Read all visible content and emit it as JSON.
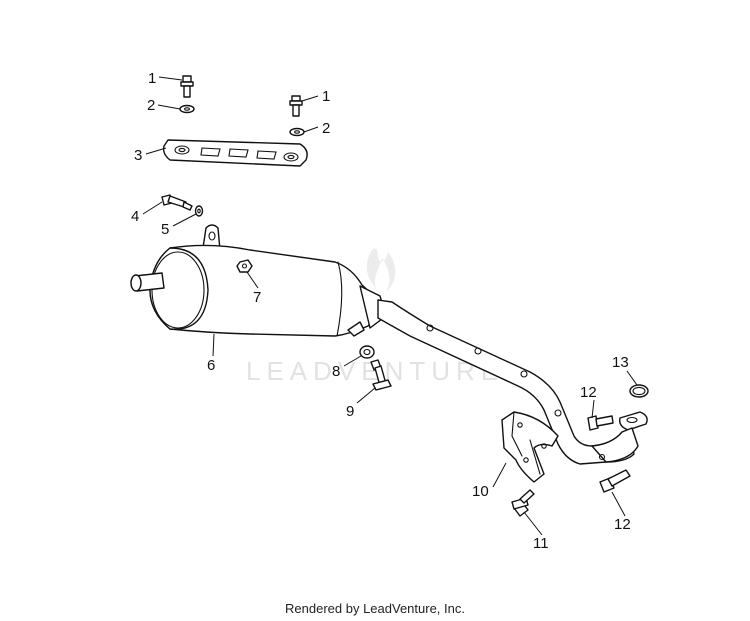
{
  "callouts": {
    "c1a": "1",
    "c2a": "2",
    "c3": "3",
    "c1b": "1",
    "c2b": "2",
    "c4": "4",
    "c5": "5",
    "c6": "6",
    "c7": "7",
    "c8": "8",
    "c9": "9",
    "c10": "10",
    "c11": "11",
    "c12a": "12",
    "c12b": "12",
    "c13": "13"
  },
  "watermark": {
    "text": "LEADVENTURE"
  },
  "footer": {
    "text": "Rendered by LeadVenture, Inc."
  }
}
